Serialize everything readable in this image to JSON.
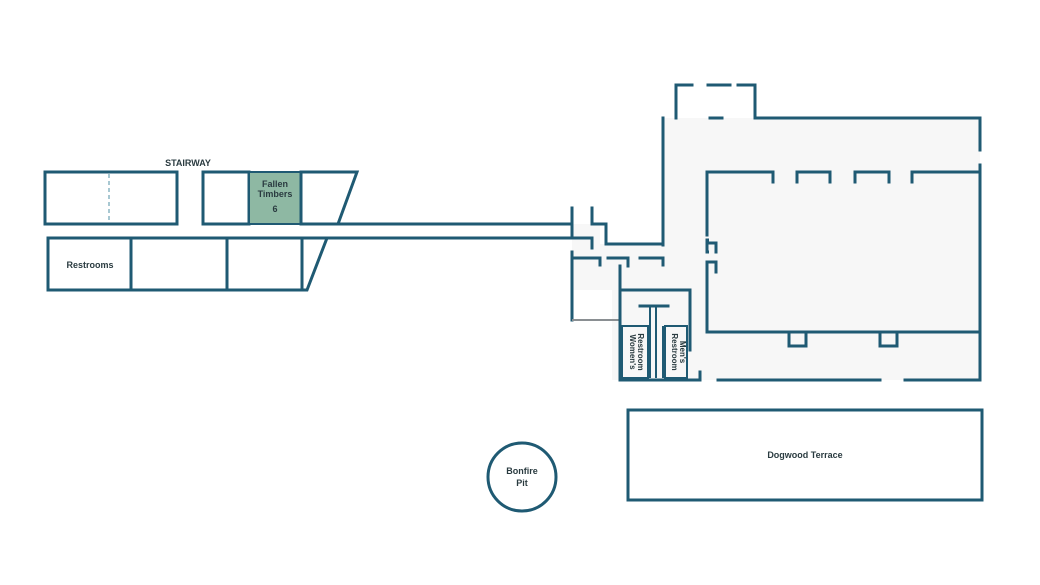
{
  "map": {
    "labels": {
      "stairway": "STAIRWAY",
      "fallen_timbers_line1": "Fallen",
      "fallen_timbers_line2": "Timbers",
      "fallen_timbers_number": "6",
      "restrooms": "Restrooms",
      "womens_restroom_line1": "Women's",
      "womens_restroom_line2": "Restroom",
      "mens_restroom_line1": "Men's",
      "mens_restroom_line2": "Restroom",
      "bonfire_line1": "Bonfire",
      "bonfire_line2": "Pit",
      "dogwood_terrace": "Dogwood Terrace"
    },
    "colors": {
      "wall": "#1f5a73",
      "room_fill": "#f7f7f7",
      "highlight": "#8eb8a3"
    }
  }
}
